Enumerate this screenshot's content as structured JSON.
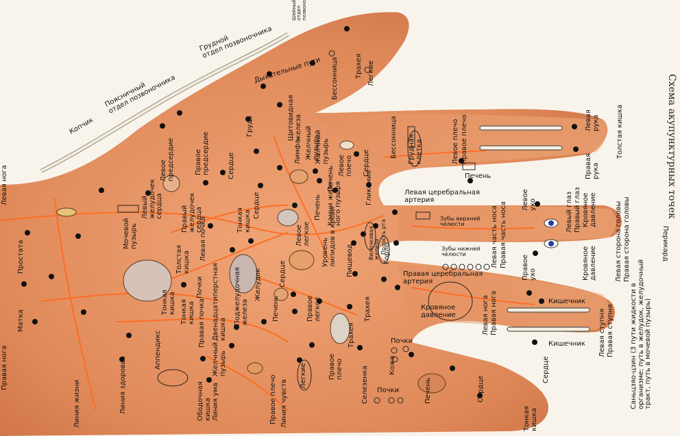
{
  "title": "Схема акупунктурных точек",
  "labels": {
    "legkie_top": "Легкие",
    "bessonnitsa_top": "Бессонница",
    "traheya_top": "Трахея",
    "dyhatelnye": "Дыхательные пути",
    "grudnoy": "Грудной\nотдел позвоночника",
    "poyasnichny": "Поясничный\nотдел позвоночника",
    "sheyny": "Шейный\nотдел\nпозвоночника",
    "kopchik": "Копчик",
    "grud": "Грудь",
    "shchitovid": "Щитовидная\nжелеза",
    "limfa": "Лимфа",
    "zhelchny": "Желчный\nпузырь",
    "pravoe_predserdie": "Правое\nпредсердие",
    "levoe_predserdie": "Левое\nпредсердие",
    "serdtse_1": "Сердце",
    "pravy_zheludochek": "Правый\nжелудочек\nсердца",
    "levy_zheludochek": "Левый\nжелудочек\nсердца",
    "levaya_pochka": "Левая почка",
    "mochevoy": "Мочевой\nпузырь",
    "prostata": "Простата",
    "levaya_noga_left": "Левая нога",
    "matka": "Матка",
    "pravaya_noga_left": "Правая нога",
    "liniya_zhizni": "Линия жизни",
    "liniya_zdorovya": "Линия здоровья",
    "appendiks": "Аппендикс",
    "tolstaya_kishka_mid": "Толстая\nкишка",
    "tonkaya_kishka_mid": "Тонкая\nкишка",
    "pochki_mid": "Почки",
    "dvenadtsat": "Двенадцатиперстная\nкишка",
    "pravaya_pochka": "Правая почка",
    "podzheludochnaya": "Поджелудочная\nжелеза",
    "zheludok": "Желудок",
    "zhelchny_2": "Желчный\nпузырь",
    "obodochnaya": "Ободочная\nкишка",
    "liniya_uma": "Линия ума",
    "pravoe_plecho_bottom": "Правое плечо",
    "liniya_chuvstv": "Линия чувств",
    "legkie_box": "Легкие",
    "pechen_mid": "Печень",
    "pravoe_legkoe": "Правое\nлегкое",
    "levoe_legkoe": "Левое\nлегкое",
    "serdtse_mid": "Сердце",
    "uroven_lipidov": "Уровень\nлипидов в крови",
    "pishchevod": "Пищевод",
    "traheya_mid": "Трахея",
    "traheya_mid2": "Трахея",
    "pravoe_plecho_2": "Правое\nплечо",
    "selezenka": "Селезенка",
    "pochki_bottom": "Почки",
    "pochki_bottom2": "Почки",
    "koja": "Кожа",
    "pechen_bottom": "Печень",
    "serdtse_bottom": "Сердце",
    "tonkaya_kishka_bottom": "Тонкая\nкишка",
    "gorlo": "Горло",
    "vilochkovaya": "Вилочковая\nжелеза",
    "polost_rta": "Полость рта",
    "glikemiya": "Гликемия",
    "serdtse_2": "Сердце",
    "levoe_plecho": "Левое\nплечо",
    "kamni": "Камни желч-\nного пузыря",
    "pechen_2": "Печень",
    "zhelchny_3": "Желчный\nпузырь",
    "bessonnitsa_2": "Бессонница",
    "grudnaya_kletka": "Грудная\nклетка",
    "levoe_plecho_finger": "Левое плечо",
    "pravoe_plecho_finger": "Правое плечо",
    "pechen_finger": "Печень",
    "levaya_ruka": "Левая\nрука",
    "pravaya_ruka": "Правая\nрука",
    "tolstaya_kishka_right": "Толстая кишка",
    "levaya_cerebralnaya": "Левая церебральная\nартерия",
    "pravaya_cerebralnaya": "Правая церебральная\nартерия",
    "zuby_verh": "Зубы верхней\nчелюсти",
    "zuby_niz": "Зубы нижней\nчелюсти",
    "levaya_chast_nosa": "Левая часть носа",
    "pravaya_chast_nosa": "Правая часть носа",
    "levoe_uho": "Левое\nухо",
    "pravoe_uho": "Правое\nухо",
    "levy_glaz": "Левый глаз",
    "pravy_glaz": "Правый глаз",
    "krovyanoe_1": "Кровяное\nдавление",
    "krovyanoe_2": "Кровяное\nдавление",
    "levaya_storona": "Левая сторона головы",
    "pravaya_storona": "Правая сторона головы",
    "perikard": "Перикард",
    "krovyanoe_mid": "Кровяное\nдавление",
    "levaya_noga_right": "Левая нога",
    "pravaya_noga_right": "Правая нога",
    "kishechnik_1": "Кишечник",
    "kishechnik_2": "Кишечник",
    "levaya_stupnya": "Левая ступня",
    "pravaya_stupnya": "Правая ступня",
    "sanjiao": "Саньцзяо-цзин (3 пути жидкости в\nорганизме: путь в желудок, желудочный\nтракт, путь в мочевой пузырь)",
    "serdtse_right": "Сердце",
    "tonkaya_kishka_right": "Тонкая\nкишка",
    "tonkaya_kishka_left2": "Тонкая\nкишка",
    "tonkaya_kishka_left3": "Тонкая\nкишка",
    "serdtse_left3": "Сердце",
    "pechen_left": "Печень"
  },
  "colors": {
    "skin_light": "#f2b382",
    "skin_mid": "#e49160",
    "skin_dark": "#c96a3c",
    "line_orange": "#ff6a1e",
    "dot": "#111111",
    "background": "#f8f4ec"
  }
}
